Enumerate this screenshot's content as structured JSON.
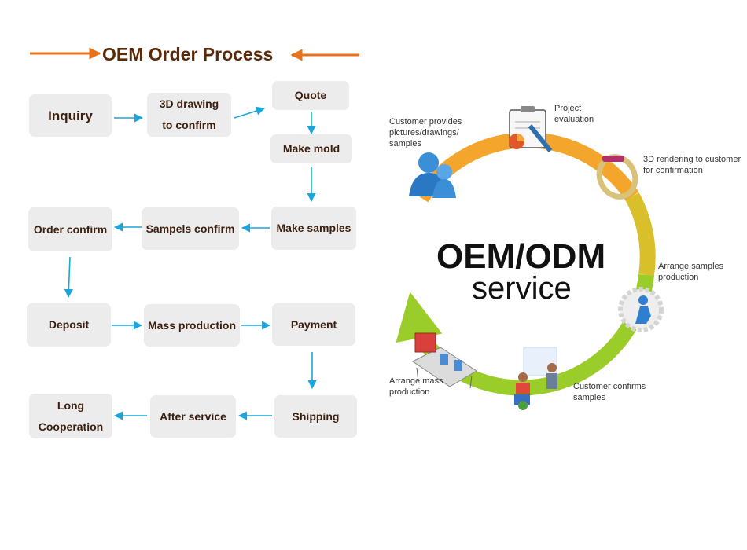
{
  "flow": {
    "title": "OEM Order Process",
    "steps": {
      "inquiry": "Inquiry",
      "drawing_line1": "3D drawing",
      "drawing_line2": "to confirm",
      "quote": "Quote",
      "make_mold": "Make mold",
      "make_samples": "Make samples",
      "samples_confirm": "Sampels confirm",
      "order_confirm": "Order confirm",
      "deposit": "Deposit",
      "mass_production": "Mass production",
      "payment": "Payment",
      "shipping": "Shipping",
      "after_service": "After service",
      "long_line1": "Long",
      "long_line2": "Cooperation"
    }
  },
  "cycle": {
    "center_line1": "OEM/ODM",
    "center_line2": "service",
    "stages": [
      {
        "lines": [
          "Customer provides",
          "pictures/drawings/",
          "samples"
        ]
      },
      {
        "lines": [
          "Project",
          "evaluation"
        ]
      },
      {
        "lines": [
          "3D rendering to customer",
          "for confirmation"
        ]
      },
      {
        "lines": [
          "Arrange samples",
          "production"
        ]
      },
      {
        "lines": [
          "Customer confirms",
          "samples"
        ]
      },
      {
        "lines": [
          "Arrange mass",
          "production"
        ]
      }
    ]
  },
  "colors": {
    "title_arrow": "#e8721c",
    "flow_arrow": "#1aa6dd",
    "box_bg": "#ececec",
    "box_text": "#3a1e0e",
    "cycle_orange": "#f3a62b",
    "cycle_green": "#9acd2a"
  }
}
